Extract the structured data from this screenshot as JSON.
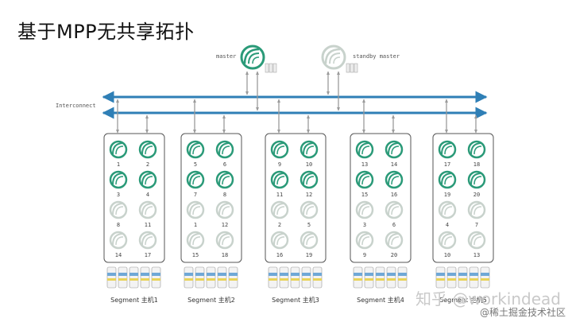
{
  "title": "基于MPP无共享拓扑",
  "interconnect_label": "Interconnect",
  "master": {
    "label": "master"
  },
  "standby_master": {
    "label": "standby master"
  },
  "segments": [
    {
      "label": "Segment 主机1",
      "primaries": [
        "1",
        "2",
        "3",
        "4"
      ],
      "mirrors": [
        "8",
        "11",
        "14",
        "17"
      ]
    },
    {
      "label": "Segment 主机2",
      "primaries": [
        "5",
        "6",
        "7",
        "8"
      ],
      "mirrors": [
        "1",
        "12",
        "15",
        "18"
      ]
    },
    {
      "label": "Segment 主机3",
      "primaries": [
        "9",
        "10",
        "11",
        "12"
      ],
      "mirrors": [
        "2",
        "5",
        "16",
        "19"
      ]
    },
    {
      "label": "Segment 主机4",
      "primaries": [
        "13",
        "14",
        "15",
        "16"
      ],
      "mirrors": [
        "3",
        "6",
        "9",
        "20"
      ]
    },
    {
      "label": "Segment 主机5",
      "primaries": [
        "17",
        "18",
        "19",
        "20"
      ],
      "mirrors": [
        "4",
        "7",
        "10",
        "13"
      ]
    }
  ],
  "watermark": {
    "main": "知乎 @workindead",
    "sub": "@稀土掘金技术社区"
  },
  "colors": {
    "line": "#2f7fb6",
    "node_active": "#2a9a78",
    "node_mirror": "#c8d2cc",
    "arrow": "#9a9a9a",
    "box_border": "#555555"
  }
}
